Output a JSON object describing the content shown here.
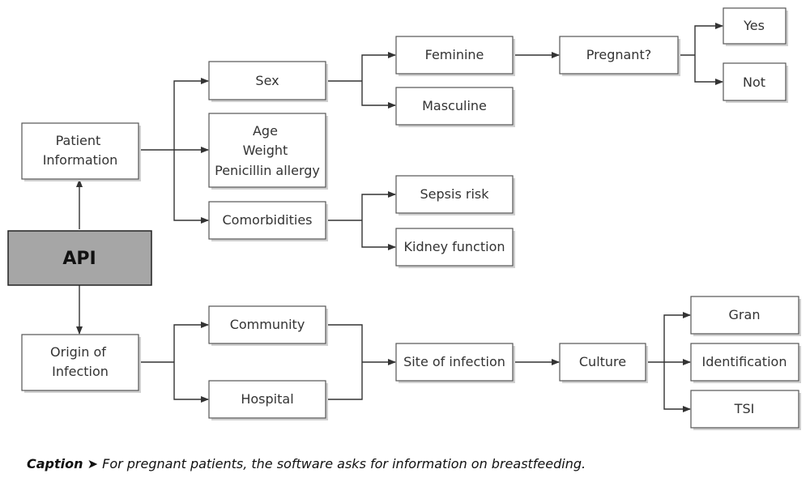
{
  "diagram": {
    "api": "API",
    "patient_information": [
      "Patient",
      "Information"
    ],
    "origin_of_infection": [
      "Origin of",
      "Infection"
    ],
    "sex": "Sex",
    "demographics": [
      "Age",
      "Weight",
      "Penicillin allergy"
    ],
    "comorbidities": "Comorbidities",
    "feminine": "Feminine",
    "masculine": "Masculine",
    "pregnant": "Pregnant?",
    "yes": "Yes",
    "not": "Not",
    "sepsis_risk": "Sepsis risk",
    "kidney_function": "Kidney function",
    "community": "Community",
    "hospital": "Hospital",
    "site_of_infection": "Site of infection",
    "culture": "Culture",
    "gran": "Gran",
    "identification": "Identification",
    "tsi": "TSI"
  },
  "caption": {
    "label": "Caption",
    "arrow": "➤",
    "text": "For pregnant patients, the software asks for information on breastfeeding."
  }
}
